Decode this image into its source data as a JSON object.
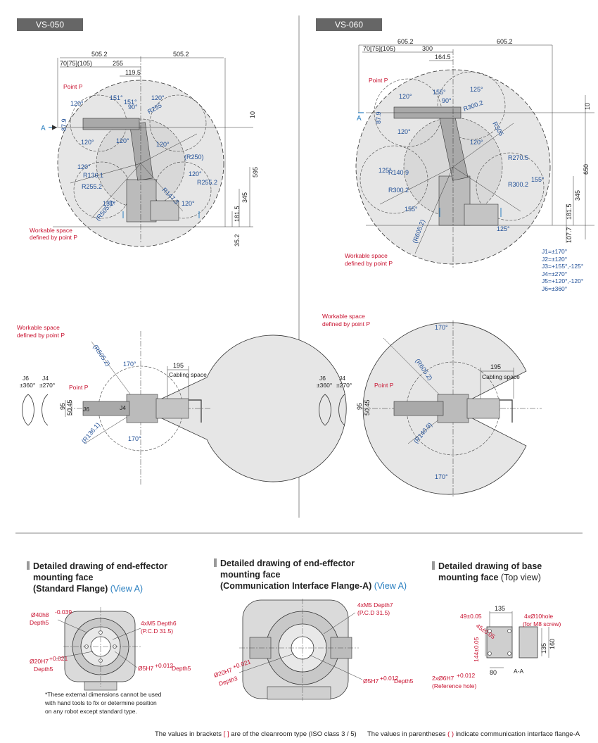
{
  "models": {
    "left": "VS-050",
    "right": "VS-060"
  },
  "vs050_side": {
    "dims_top": [
      "505.2",
      "505.2"
    ],
    "dims_sub": [
      "70[75](105)",
      "255",
      "119.5"
    ],
    "dims_right": [
      "10",
      "595",
      "345",
      "181.5",
      "35.2"
    ],
    "point_p": "Point P",
    "arrow_a": "A",
    "workable_1": "Workable space",
    "workable_2": "defined by point P",
    "radii": [
      "R255",
      "(R250)",
      "R136.1",
      "R255.2",
      "R255.2",
      "(R505.2)",
      "R147.3",
      "87.9"
    ],
    "angles": [
      "151°",
      "120°",
      "90°",
      "120°",
      "120°",
      "120°",
      "120°",
      "151°",
      "151°",
      "120°",
      "120°",
      "120°"
    ]
  },
  "vs060_side": {
    "dims_top": [
      "605.2",
      "605.2"
    ],
    "dims_sub": [
      "70[75](105)",
      "300",
      "164.5"
    ],
    "dims_right": [
      "10",
      "650",
      "345",
      "181.5",
      "107.7"
    ],
    "point_p": "Point P",
    "arrow_a": "A",
    "workable_1": "Workable space",
    "workable_2": "defined by point P",
    "radii": [
      "R300.2",
      "R305",
      "R270.5",
      "R140.9",
      "R300.2",
      "R300.2",
      "(R605.2)",
      "87.9"
    ],
    "angles": [
      "155°",
      "125°",
      "90°",
      "120°",
      "120°",
      "125°",
      "155°",
      "155°",
      "125°",
      "120°"
    ],
    "joints": [
      "J1=±170°",
      "J2=±120°",
      "J3=+155°,-125°",
      "J4=±270°",
      "J5=+120°,-120°",
      "J6=±360°"
    ]
  },
  "vs050_top": {
    "workable_1": "Workable space",
    "workable_2": "defined by point P",
    "radius": "(R505.2)",
    "radius_inner": "(R136.1)",
    "angle_top": "170°",
    "angle_bottom": "170°",
    "cabling_dim": "195",
    "cabling": "Cabling space",
    "point_p": "Point P",
    "j6": "J6",
    "j6_range": "±360°",
    "j4": "J4",
    "j4_range": "±270°",
    "dims": [
      "95",
      "50.45"
    ],
    "j6_label": "J6",
    "j4_label": "J4"
  },
  "vs060_top": {
    "workable_1": "Workable space",
    "workable_2": "defined by point P",
    "radius": "(R605.2)",
    "radius_inner": "(R140.9)",
    "angle_top": "170°",
    "angle_bottom": "170°",
    "cabling_dim": "195",
    "cabling": "Cabling space",
    "point_p": "Point P",
    "j6": "J6",
    "j6_range": "±360°",
    "j4": "J4",
    "j4_range": "±270°",
    "dims": [
      "95",
      "50.45"
    ]
  },
  "section1": {
    "title_1": "Detailed drawing of end-effector",
    "title_2": "mounting face",
    "title_3": "(Standard Flange)",
    "view": "(View A)",
    "labels": {
      "d40": "Ø40h8",
      "d40_tol": "-0.039",
      "depth5a": "Depth5",
      "m5": "4xM5 Depth6",
      "pcd": "(P.C.D 31.5)",
      "d20": "Ø20H7",
      "d20_tol": "+0.021",
      "depth5b": "Depth5",
      "d5": "Ø5H7",
      "d5_tol": "+0.012",
      "depth5c": "Depth5"
    },
    "note_1": "*These external dimensions cannot be used",
    "note_2": "with hand tools to fix or determine position",
    "note_3": "on any robot except standard type."
  },
  "section2": {
    "title_1": "Detailed drawing of end-effector",
    "title_2": "mounting face",
    "title_3": "(Communication Interface Flange-A)",
    "view": "(View A)",
    "labels": {
      "m5": "4xM5 Depth7",
      "pcd": "(P.C.D 31.5)",
      "d20": "Ø20H7",
      "d20_tol": "+0.021",
      "depth3": "Depth3",
      "d5": "Ø5H7",
      "d5_tol": "+0.012",
      "depth5": "Depth5"
    }
  },
  "section3": {
    "title_1": "Detailed drawing of base",
    "title_2": "mounting face",
    "top_view": "(Top view)",
    "labels": {
      "d135_top": "135",
      "d49": "49±0.05",
      "d4x": "4xØ10hole",
      "d4x_sub": "(for M8 screw)",
      "d45": "45±0.05",
      "d144": "144±0.05",
      "d135_side": "135",
      "d160": "160",
      "d80": "80",
      "aa": "A-A",
      "d6h7": "2xØ6H7",
      "d6h7_tol": "+0.012",
      "ref": "(Reference hole)"
    }
  },
  "footer": {
    "part1": "The values in brackets",
    "bracket": "[  ]",
    "part2": "are of the cleanroom type (ISO class 3 / 5)",
    "part3": "The values in parentheses",
    "paren": "(  )",
    "part4": "indicate communication interface flange-A"
  }
}
